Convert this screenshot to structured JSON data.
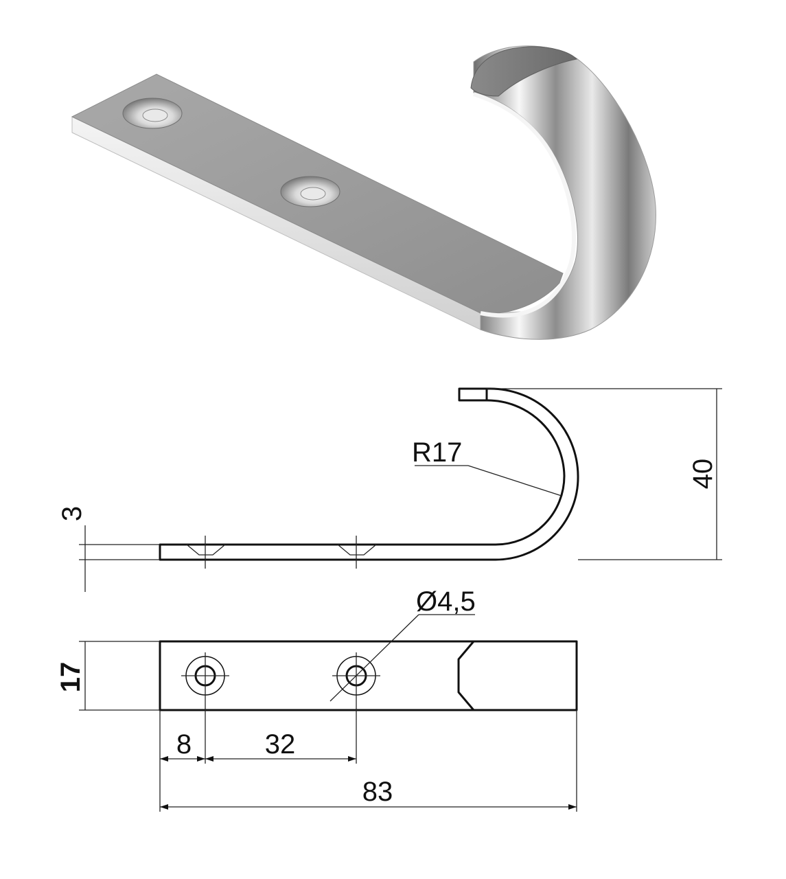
{
  "dimensions": {
    "radius": "R17",
    "height": "40",
    "thickness": "3",
    "hole_diameter": "Ø4,5",
    "width": "17",
    "first_hole_offset": "8",
    "hole_spacing": "32",
    "total_length": "83"
  },
  "colors": {
    "metal_light": "#f2f2f2",
    "metal_mid": "#c8c8c8",
    "metal_dark": "#8a8a8a",
    "line": "#111111"
  }
}
